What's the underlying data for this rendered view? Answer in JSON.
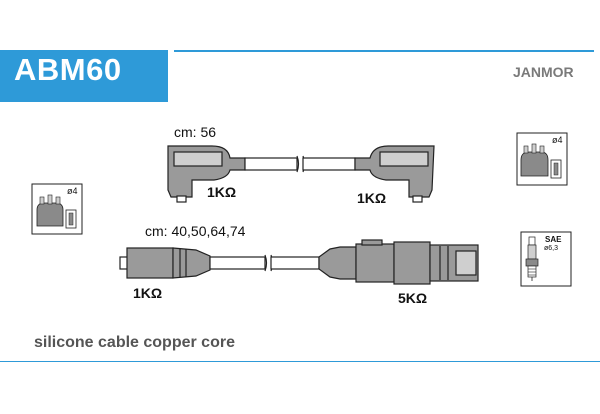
{
  "header": {
    "code": "ABM60",
    "brand": "JANMOR"
  },
  "footer": {
    "text": "silicone cable copper core"
  },
  "cable1": {
    "length_label": "cm: 56",
    "resistance_left": "1KΩ",
    "resistance_right": "1KΩ"
  },
  "cable2": {
    "length_label": "cm: 40,50,64,74",
    "resistance_left": "1KΩ",
    "resistance_right": "5KΩ"
  },
  "distributor_left": {
    "diameter_label": "ø4"
  },
  "distributor_right": {
    "diameter_label": "ø4"
  },
  "spark_plug": {
    "standard_label": "SAE",
    "diameter_label": "ø6,3"
  },
  "colors": {
    "accent": "#2e9ad8",
    "brand_text": "#7a7a7a",
    "footer_text": "#555555",
    "line": "#222222",
    "part_fill": "#9a9a9a"
  }
}
